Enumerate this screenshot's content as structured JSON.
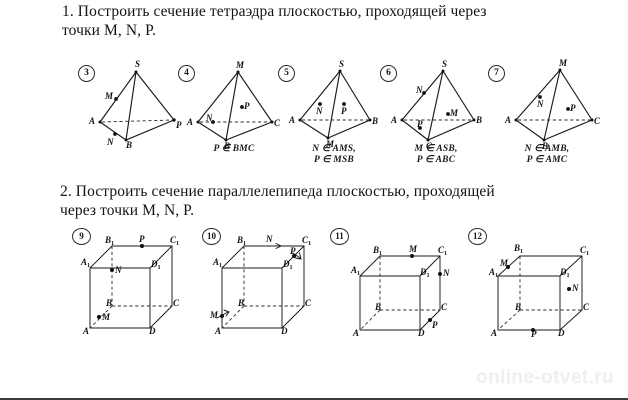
{
  "page": {
    "watermark": "online-otvet.ru",
    "background_color": "#ffffff",
    "ink_color": "#1a1a1a"
  },
  "tasks": [
    {
      "number": "1.",
      "text": "1. Построить сечение тетраэдра плоскостью, проходящей через точки M, N, P."
    },
    {
      "number": "2.",
      "text": "2. Построить сечение параллелепипеда плоскостью, проходящей через точки M, N, P."
    }
  ],
  "row1": {
    "shape_type": "tetrahedron",
    "figures": [
      {
        "number": "3",
        "vertices": [
          "S",
          "A",
          "B",
          "P"
        ],
        "marked_points": [
          "M",
          "N"
        ],
        "caption": ""
      },
      {
        "number": "4",
        "vertices": [
          "M",
          "A",
          "B",
          "C"
        ],
        "marked_points": [
          "N",
          "P"
        ],
        "caption": "P ∈ BMC"
      },
      {
        "number": "5",
        "vertices": [
          "S",
          "A",
          "B",
          "M"
        ],
        "marked_points": [
          "N",
          "P"
        ],
        "caption": "N ∈ AMS,\nP ∈ MSB"
      },
      {
        "number": "6",
        "vertices": [
          "S",
          "A",
          "B",
          "C"
        ],
        "marked_points": [
          "N",
          "M",
          "P"
        ],
        "caption": "M ∈ ASB,\nP ∈ ABC"
      },
      {
        "number": "7",
        "vertices": [
          "M",
          "A",
          "B",
          "C"
        ],
        "marked_points": [
          "N",
          "P"
        ],
        "caption": "N ∈ AMB,\nP ∈ AMC"
      }
    ]
  },
  "row2": {
    "shape_type": "parallelepiped",
    "figures": [
      {
        "number": "9",
        "vertices": [
          "A1",
          "B1",
          "C1",
          "D1",
          "A",
          "B",
          "C",
          "D"
        ],
        "marked_points": [
          "P",
          "N",
          "M"
        ],
        "caption": ""
      },
      {
        "number": "10",
        "vertices": [
          "A1",
          "B1",
          "C1",
          "D1",
          "A",
          "B",
          "C",
          "D"
        ],
        "marked_points": [
          "N",
          "P",
          "M"
        ],
        "caption": ""
      },
      {
        "number": "11",
        "vertices": [
          "A1",
          "B1",
          "C1",
          "D1",
          "A",
          "B",
          "C",
          "D"
        ],
        "marked_points": [
          "M",
          "N",
          "P"
        ],
        "caption": ""
      },
      {
        "number": "12",
        "vertices": [
          "A1",
          "B1",
          "C1",
          "D1",
          "A",
          "B",
          "C",
          "D"
        ],
        "marked_points": [
          "M",
          "N",
          "P"
        ],
        "caption": ""
      }
    ]
  },
  "labels": {
    "A": "A",
    "B": "B",
    "C": "C",
    "D": "D",
    "S": "S",
    "M": "M",
    "N": "N",
    "P": "P",
    "A1": "A",
    "B1": "B",
    "C1": "C",
    "D1": "D",
    "sub1": "1"
  }
}
